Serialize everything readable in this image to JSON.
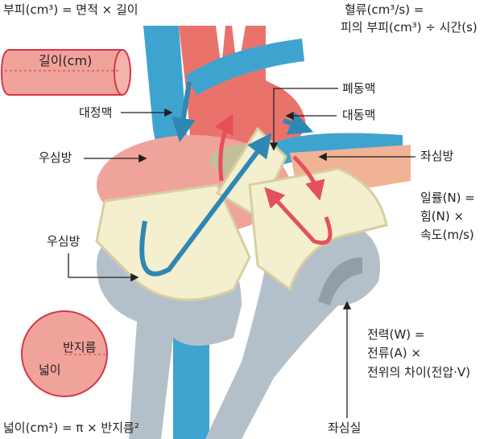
{
  "formulas": {
    "volume": "부피(cm³) = 면적 × 길이",
    "blood_flow_line1": "혈류(cm³/s) =",
    "blood_flow_line2": "피의 부피(cm³) ÷ 시간(s)",
    "power_mech_line1": "일률(N) =",
    "power_mech_line2": "힘(N) ×",
    "power_mech_line3": "속도(m/s)",
    "power_elec_line1": "전력(W) =",
    "power_elec_line2": "전류(A) ×",
    "power_elec_line3": "전위의 차이(전압·V)",
    "area": "넓이(cm²) = π × 반지름²"
  },
  "cylinder": {
    "length_label": "길이(cm)"
  },
  "circle": {
    "radius_label": "반지름",
    "area_label": "넓이"
  },
  "labels": {
    "vena_cava": "대정맥",
    "right_atrium": "우심방",
    "right_ventricle": "우심방",
    "pulmonary_artery": "폐동맥",
    "aorta": "대동맥",
    "left_atrium": "좌심방",
    "left_ventricle": "좌심실"
  },
  "colors": {
    "vein_blue": "#3fa3cf",
    "artery_red": "#e9736b",
    "atrium_pink": "#f0a39a",
    "valve_cream": "#f4efcf",
    "ventricle_grey": "#b4c0c9",
    "shape_outline": "#d9344a"
  }
}
